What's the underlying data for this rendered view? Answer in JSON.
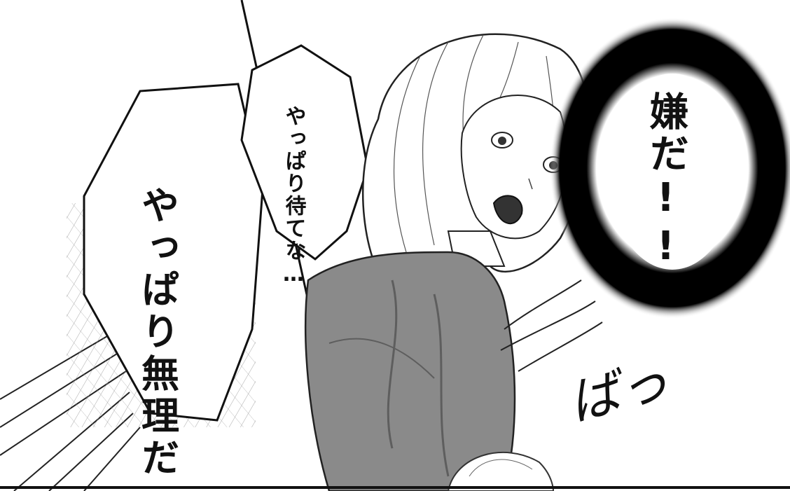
{
  "panel": {
    "bubble_left": "やっぱり無理だ",
    "bubble_middle": "やっぱり待てな…",
    "burst_shout": "嫌だ!!",
    "sound_effect": "ばっ"
  },
  "colors": {
    "ink": "#111111",
    "paper": "#ffffff",
    "tone": "#8a8a8a",
    "tone_dark": "#5e5e5e"
  }
}
